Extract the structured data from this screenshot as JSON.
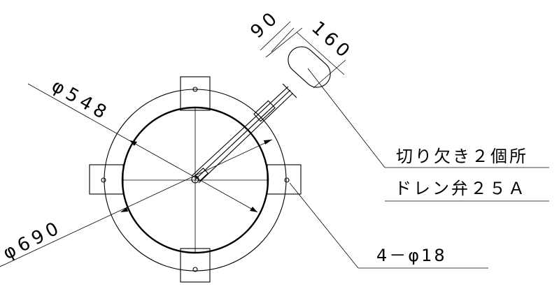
{
  "labels": {
    "dia_inner": "φ548",
    "dia_outer": "φ690",
    "dim_90": "90",
    "dim_160": "160",
    "note_cutout": "切り欠き２個所",
    "note_drain": "ドレン弁２５Ａ",
    "note_holes": "4－φ18"
  }
}
